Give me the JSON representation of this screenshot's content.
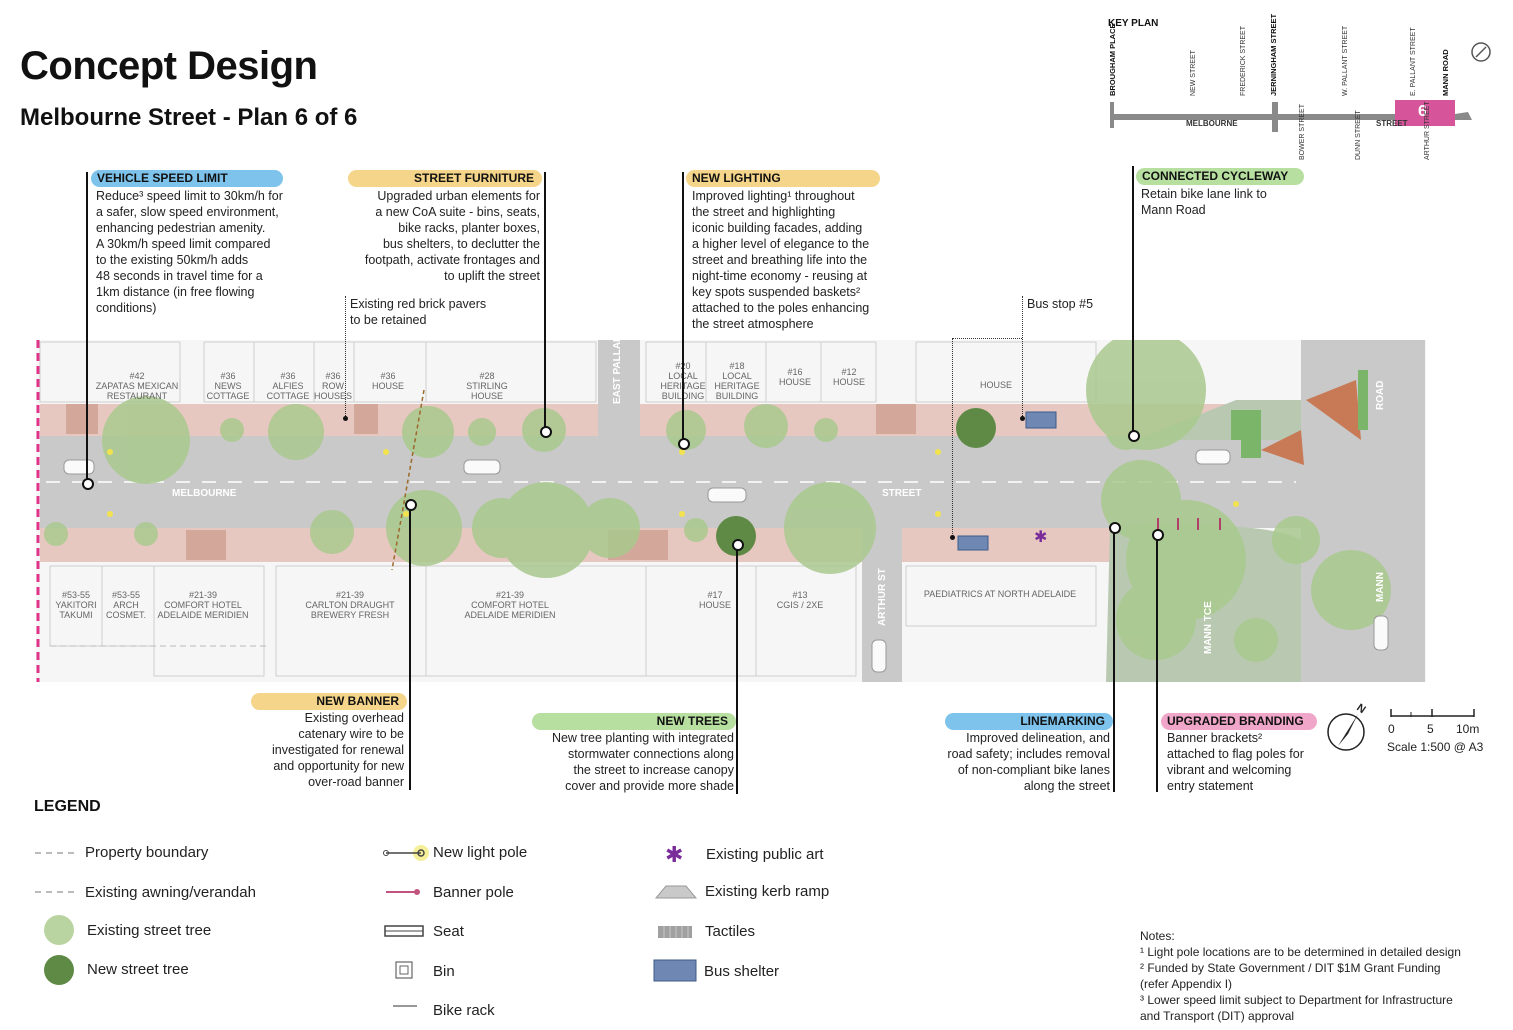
{
  "title": "Concept Design",
  "subtitle": "Melbourne Street - Plan 6 of 6",
  "key_plan": {
    "label": "KEY PLAN",
    "streets_top": [
      "BROUGHAM PLACE",
      "NEW STREET",
      "FREDERICK STREET",
      "JERNINGHAM STREET",
      "W. PALLANT STREET",
      "E. PALLANT STREET",
      "MANN ROAD"
    ],
    "streets_bottom": [
      "BOWER STREET",
      "DUNN STREET",
      "ARTHUR STREET"
    ],
    "road_label_1": "MELBOURNE",
    "road_label_2": "STREET",
    "plan_number": "6",
    "highlight_color": "#d6559a"
  },
  "callouts": {
    "vehicle_speed": {
      "label": "VEHICLE SPEED LIMIT",
      "color": "#7ec3ec",
      "lines": [
        "Reduce³ speed limit to 30km/h for",
        "a safer, slow speed environment,",
        "enhancing pedestrian amenity.",
        "A 30km/h speed limit compared",
        "to the existing 50km/h adds",
        "48 seconds in travel time for a",
        "1km distance (in free flowing",
        "conditions)"
      ]
    },
    "street_furniture": {
      "label": "STREET FURNITURE",
      "color": "#f5d58a",
      "lines": [
        "Upgraded urban elements for",
        "a new CoA suite - bins, seats,",
        "bike racks, planter boxes,",
        "bus shelters, to declutter the",
        "footpath, activate frontages and",
        "to uplift the street"
      ]
    },
    "pavers": {
      "lines": [
        "Existing red brick pavers",
        "to be retained"
      ]
    },
    "new_lighting": {
      "label": "NEW LIGHTING",
      "color": "#f5d58a",
      "lines": [
        "Improved lighting¹ throughout",
        "the street and highlighting",
        "iconic building facades, adding",
        "a higher level of elegance to the",
        "street and breathing life into the",
        "night-time economy - reusing at",
        "key spots suspended baskets²",
        "attached to the poles enhancing",
        "the street atmosphere"
      ]
    },
    "cycleway": {
      "label": "CONNECTED CYCLEWAY",
      "color": "#b7dfa0",
      "lines": [
        "Retain bike lane link to",
        "Mann Road"
      ]
    },
    "bus_stop": {
      "text": "Bus stop #5"
    },
    "new_banner": {
      "label": "NEW BANNER",
      "color": "#f5d58a",
      "lines": [
        "Existing overhead",
        "catenary wire to be",
        "investigated for renewal",
        "and opportunity for new",
        "over-road banner"
      ]
    },
    "new_trees": {
      "label": "NEW TREES",
      "color": "#b7dfa0",
      "lines": [
        "New tree planting with integrated",
        "stormwater connections along",
        "the street to increase canopy",
        "cover and provide more shade"
      ]
    },
    "linemarking": {
      "label": "LINEMARKING",
      "color": "#7ec3ec",
      "lines": [
        "Improved delineation, and",
        "road safety; includes removal",
        "of non-compliant bike lanes",
        "along the street"
      ]
    },
    "branding": {
      "label": "UPGRADED BRANDING",
      "color": "#f0a6c8",
      "lines": [
        "Banner brackets²",
        "attached to flag poles for",
        "vibrant and welcoming",
        "entry statement"
      ]
    }
  },
  "plan": {
    "road_label_left": "MELBOURNE",
    "road_label_right": "STREET",
    "side_streets": [
      "EAST PALLANT ST",
      "ARTHUR ST",
      "MANN TCE",
      "ROAD",
      "MANN"
    ],
    "north_buildings": [
      [
        "#42",
        "ZAPATAS MEXICAN",
        "RESTAURANT"
      ],
      [
        "#36",
        "NEWS",
        "COTTAGE"
      ],
      [
        "#36",
        "ALFIES",
        "COTTAGE"
      ],
      [
        "#36",
        "ROW",
        "HOUSES"
      ],
      [
        "#36",
        "HOUSE"
      ],
      [
        "#28",
        "STIRLING",
        "HOUSE"
      ],
      [
        "#20",
        "LOCAL",
        "HERITAGE",
        "BUILDING"
      ],
      [
        "#18",
        "LOCAL",
        "HERITAGE",
        "BUILDING"
      ],
      [
        "#16",
        "HOUSE"
      ],
      [
        "#12",
        "HOUSE"
      ],
      [
        "HOUSE"
      ]
    ],
    "south_buildings": [
      [
        "#53-55",
        "YAKITORI",
        "TAKUMI"
      ],
      [
        "#53-55",
        "ARCH",
        "COSMET."
      ],
      [
        "#21-39",
        "COMFORT HOTEL",
        "ADELAIDE MERIDIEN"
      ],
      [
        "#21-39",
        "CARLTON DRAUGHT",
        "BREWERY FRESH"
      ],
      [
        "#21-39",
        "COMFORT HOTEL",
        "ADELAIDE MERIDIEN"
      ],
      [
        "#17",
        "HOUSE"
      ],
      [
        "#13",
        "CGIS / 2XE"
      ],
      [
        "PAEDIATRICS AT NORTH ADELAIDE"
      ]
    ],
    "colors": {
      "road": "#c9c9c9",
      "footpath": "#e6c8c0",
      "tree_existing": "#a9c98e",
      "tree_new": "#5f8a45",
      "shelter": "#6e88b3",
      "art": "#7a2d9a",
      "boundary": "#e0338a"
    }
  },
  "scale": {
    "ticks": [
      "0",
      "5",
      "10m"
    ],
    "text": "Scale 1:500 @ A3",
    "north": "N"
  },
  "legend": {
    "title": "LEGEND",
    "items": [
      "Property boundary",
      "Existing awning/verandah",
      "Existing street tree",
      "New street tree",
      "New light pole",
      "Banner pole",
      "Seat",
      "Bin",
      "Bike rack",
      "Existing public art",
      "Existing kerb ramp",
      "Tactiles",
      "Bus shelter"
    ]
  },
  "notes": {
    "title": "Notes:",
    "lines": [
      "¹ Light pole locations are to be determined in detailed design",
      "² Funded by State Government / DIT $1M Grant Funding",
      "(refer Appendix I)",
      "³ Lower speed limit subject to Department for Infrastructure",
      "and Transport (DIT) approval"
    ]
  }
}
